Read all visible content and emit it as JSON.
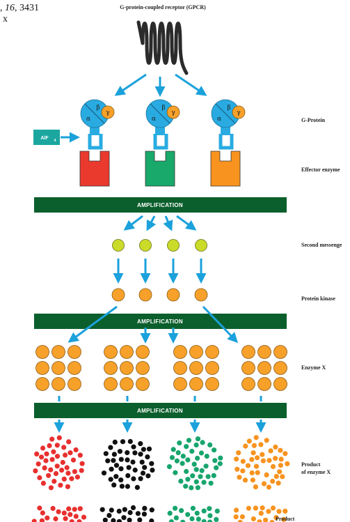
{
  "corner": {
    "prefix": ", ",
    "volume": "16",
    "page": ", 3431",
    "x": "x"
  },
  "title": "G-protein-coupled receptor (GPCR)",
  "labels": {
    "g_protein": "G-Protein",
    "effector": "Effector enzyme",
    "second_messenger": "Second messenge",
    "protein_kinase": "Protein kinase",
    "enzyme_x": "Enzyme X",
    "product": "Product",
    "product_of": "of enzyme X",
    "product_cut": "Product"
  },
  "amplification": "AMPLIFICATION",
  "aif": "AlF",
  "aif_sub": "4",
  "greek": {
    "alpha": "α",
    "beta": "β",
    "gamma": "γ"
  },
  "colors": {
    "receptor": "#2b2b2b",
    "arrow": "#1ba1db",
    "gprotein": "#29abe2",
    "gamma": "#f7a12b",
    "band": "#0b5f2c",
    "second_messenger": "#cadb2a",
    "kinase": "#f7a12b",
    "effectors": [
      "#ea3a2e",
      "#19a96a",
      "#f7931e"
    ],
    "products": [
      "#e8302f",
      "#111111",
      "#17a56d",
      "#f7931e"
    ]
  }
}
